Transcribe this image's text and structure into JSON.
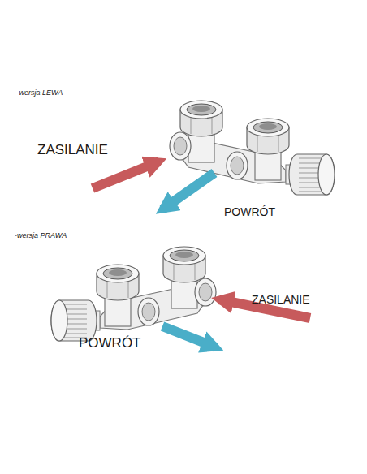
{
  "diagram": {
    "labels": [
      "- wersja LEWA",
      "ZASILANIE",
      "POWRÓT",
      "-wersja PRAWA",
      "ZASILANIE",
      "POWRÓT"
    ]
  }
}
